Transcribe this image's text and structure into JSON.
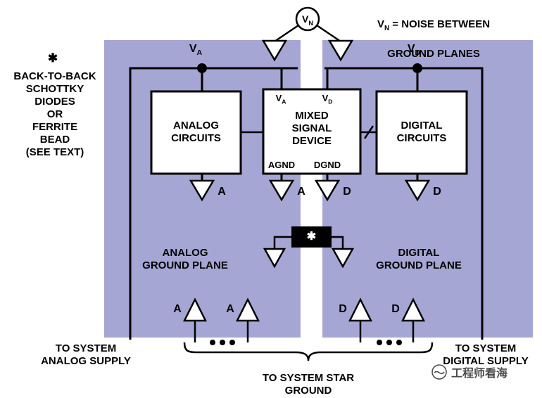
{
  "colors": {
    "plane": "#A6A6D4"
  },
  "note": {
    "v": "V",
    "sub": "N",
    "rest": " = NOISE BETWEEN",
    "line2": "GROUND PLANES"
  },
  "vn": {
    "v": "V",
    "sub": "N"
  },
  "rails": {
    "va": {
      "v": "V",
      "sub": "A"
    },
    "vd": {
      "v": "V",
      "sub": "D"
    }
  },
  "side_note": {
    "symbol": "✱",
    "text": "BACK-TO-BACK\nSCHOTTKY\nDIODES\nOR\nFERRITE\nBEAD\n(SEE TEXT)"
  },
  "boxes": {
    "analog": "ANALOG\nCIRCUITS",
    "mixed": "MIXED\nSIGNAL\nDEVICE",
    "digital": "DIGITAL\nCIRCUITS",
    "pins": {
      "va": {
        "v": "V",
        "sub": "A"
      },
      "vd": {
        "v": "V",
        "sub": "D"
      },
      "agnd": "AGND",
      "dgnd": "DGND"
    }
  },
  "ground_letters_mid": [
    "A",
    "A",
    "D",
    "D"
  ],
  "ground_letters_bottom": [
    "A",
    "A",
    "D",
    "D"
  ],
  "planes": {
    "analog": "ANALOG\nGROUND PLANE",
    "digital": "DIGITAL\nGROUND PLANE"
  },
  "bridge": {
    "symbol": "✱"
  },
  "bottom": {
    "analog_supply": "TO SYSTEM\nANALOG SUPPLY",
    "digital_supply": "TO SYSTEM\nDIGITAL SUPPLY",
    "star_ground": "TO SYSTEM STAR GROUND"
  },
  "watermark": "工程师看海"
}
